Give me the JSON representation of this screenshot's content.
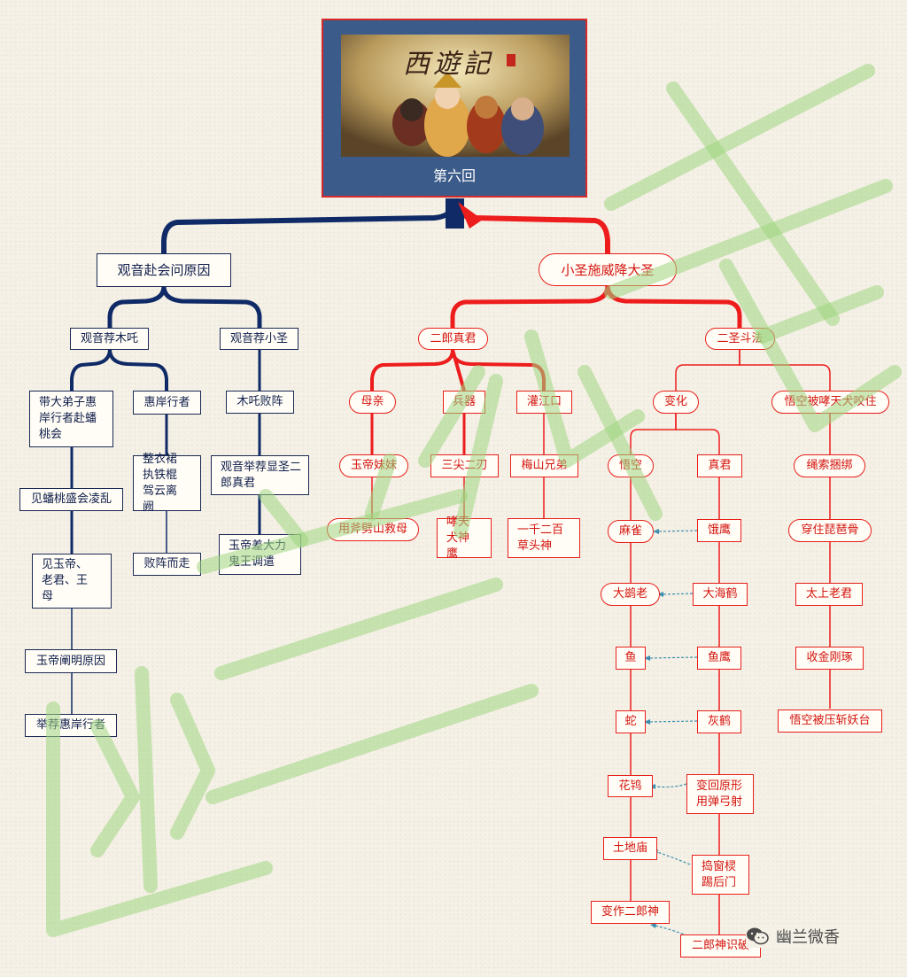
{
  "root": {
    "title": "第六回",
    "poster_logo": "西遊記"
  },
  "left": {
    "main": "观音赴会问原因",
    "a": "观音荐木吒",
    "b": "观音荐小圣",
    "a1": "带大弟子惠岸行者赴蟠桃会",
    "a2": "惠岸行者",
    "a1_1": "见蟠桃盛会凌乱",
    "a1_2": "见玉帝、老君、王母",
    "a1_3": "玉帝阐明原因",
    "a1_4": "举荐惠岸行者",
    "a2_1": "整衣裙执铁棍驾云离阙",
    "a2_2": "败阵而走",
    "b1": "木吒败阵",
    "b2": "观音举荐显圣二郎真君",
    "b3": "玉帝差大力鬼王调遣"
  },
  "right": {
    "main": "小圣施威降大圣",
    "c": "二郎真君",
    "d": "二圣斗法",
    "c1": "母亲",
    "c2": "兵器",
    "c3": "灌江口",
    "c1_1": "玉帝妹妹",
    "c1_2": "用斧劈山救母",
    "c2_1": "三尖二刃",
    "c2_2": "哮天犬神鹰",
    "c3_1": "梅山兄弟",
    "c3_2": "一千二百草头神",
    "d1": "变化",
    "d2": "悟空被哮天犬咬住",
    "wk": "悟空",
    "zj": "真君",
    "wk_chain": [
      "麻雀",
      "大鹚老",
      "鱼",
      "蛇",
      "花鸨",
      "土地庙",
      "变作二郎神"
    ],
    "zj_chain": [
      "饿鹰",
      "大海鹤",
      "鱼鹰",
      "灰鹤",
      "变回原形用弹弓射",
      "捣窗棂踢后门",
      "二郎神识破"
    ],
    "d2_chain": [
      "绳索捆绑",
      "穿住琵琶骨",
      "太上老君",
      "收金刚琢",
      "悟空被压斩妖台"
    ]
  },
  "footer": {
    "account": "幽兰微香"
  },
  "watermark": {
    "text": "幽兰微香"
  },
  "colors": {
    "navy": "#0f2a66",
    "red": "#ee1d1d",
    "watermark": "#9fd67f"
  }
}
